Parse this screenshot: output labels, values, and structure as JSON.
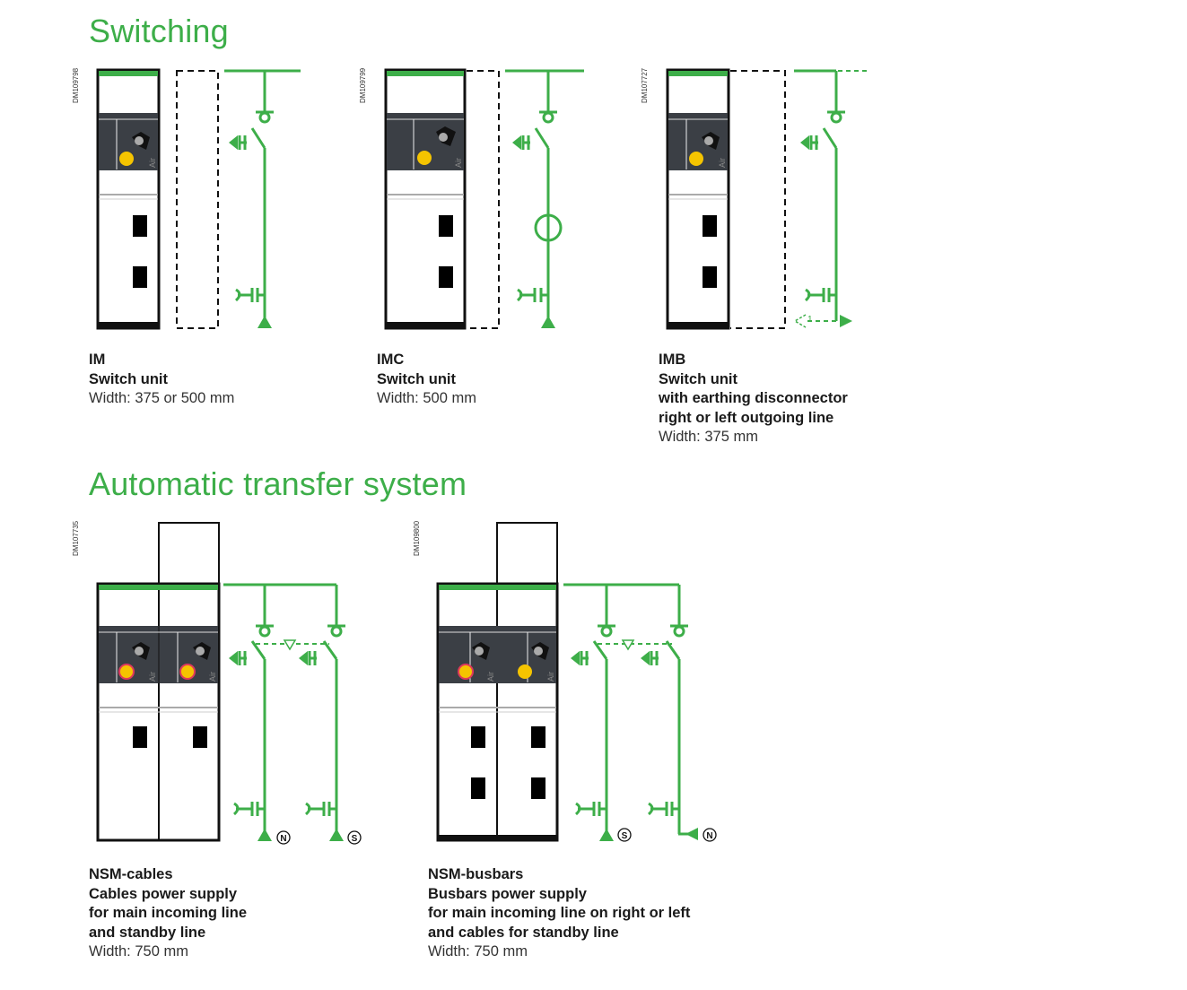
{
  "sections": [
    {
      "title": "Switching",
      "units": [
        {
          "ref": "DM109798",
          "code": "IM",
          "lines": [
            "Switch unit"
          ],
          "width": "Width: 375 or 500 mm",
          "panel_label": "Air"
        },
        {
          "ref": "DM109799",
          "code": "IMC",
          "lines": [
            "Switch unit"
          ],
          "width": "Width: 500 mm",
          "panel_label": "Air"
        },
        {
          "ref": "DM107727",
          "code": "IMB",
          "lines": [
            "Switch unit",
            "with earthing disconnector",
            "right or left outgoing line"
          ],
          "width": "Width: 375 mm",
          "panel_label": "Air",
          "symbol_number": "1"
        }
      ]
    },
    {
      "title": "Automatic transfer system",
      "units": [
        {
          "ref": "DM107735",
          "code": "NSM-cables",
          "lines": [
            "Cables power supply",
            "for main incoming line",
            "and standby line"
          ],
          "width": "Width: 750 mm",
          "panel_label": "Air",
          "markers": [
            "N",
            "S"
          ]
        },
        {
          "ref": "DM109800",
          "code": "NSM-busbars",
          "lines": [
            "Busbars power supply",
            "for main incoming line on right or left",
            "and cables for standby line"
          ],
          "width": "Width: 750 mm",
          "panel_label": "Air",
          "markers": [
            "S",
            "N"
          ]
        }
      ]
    }
  ],
  "colors": {
    "accent_green": "#3dae49",
    "panel_dark": "#3b3f45",
    "indicator_yellow": "#f5c400",
    "indicator_red": "#e03a5a"
  }
}
